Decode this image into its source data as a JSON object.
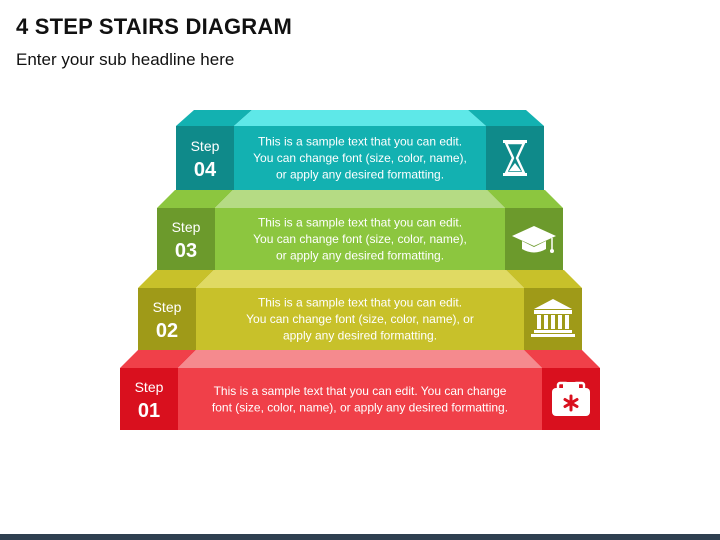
{
  "title": "4 STEP STAIRS DIAGRAM",
  "subtitle": "Enter your sub headline here",
  "steps": [
    {
      "word": "Step",
      "number": "01",
      "lines": [
        "This is a sample text that you can edit. You can change",
        "font (size, color, name), or apply any desired formatting."
      ],
      "icon": "first-aid-kit-icon",
      "colors": {
        "main": "#f04049",
        "dark": "#d9101e",
        "top": "#f58a8e"
      }
    },
    {
      "word": "Step",
      "number": "02",
      "lines": [
        "This is a sample text that you can edit.",
        "You can change font (size, color, name), or",
        "apply any desired formatting."
      ],
      "icon": "bank-building-icon",
      "colors": {
        "main": "#c8c12a",
        "dark": "#9f9a18",
        "top": "#e0da63"
      }
    },
    {
      "word": "Step",
      "number": "03",
      "lines": [
        "This is a sample text that you can edit.",
        "You can change font (size, color, name),",
        "or apply any desired formatting."
      ],
      "icon": "graduation-cap-icon",
      "colors": {
        "main": "#8cc63f",
        "dark": "#6c9a2c",
        "top": "#b5db84"
      }
    },
    {
      "word": "Step",
      "number": "04",
      "lines": [
        "This is a sample text that you can edit.",
        "You can change font (size, color, name),",
        "or apply any desired formatting."
      ],
      "icon": "hourglass-icon",
      "colors": {
        "main": "#13b1b1",
        "dark": "#0f8a8a",
        "top": "#5ee8e8"
      }
    }
  ]
}
